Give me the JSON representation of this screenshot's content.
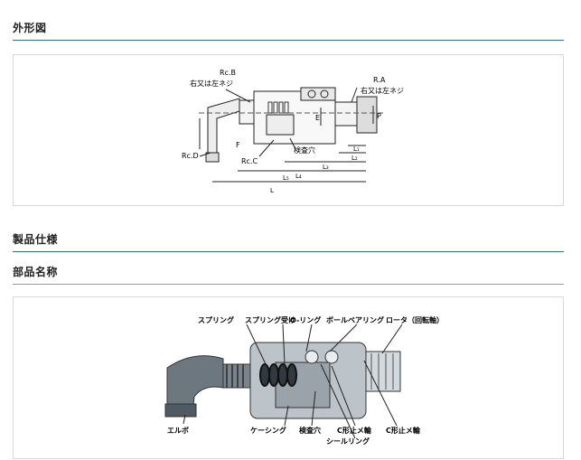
{
  "sections": {
    "outline": "外形図",
    "specs": "製品仕様",
    "parts": "部品名称"
  },
  "outline_labels": {
    "rcb": "Rc.B",
    "rcb_thread": "右又は左ネジ",
    "ra": "R.A",
    "ra_thread": "右又は左ネジ",
    "rcd": "Rc.D",
    "rcc": "Rc.C",
    "inspection_hole": "検査穴",
    "f": "F",
    "e": "E",
    "p": "P",
    "l1": "L₁",
    "l2": "L₂",
    "l3": "L₃",
    "l4": "L₄",
    "l5": "L₅",
    "l": "L"
  },
  "parts_labels": {
    "spring": "スプリング",
    "spring_seat": "スプリング受け",
    "o_ring": "O-リング",
    "ball_bearing": "ボールベアリング",
    "rotor": "ロータ（回転軸）",
    "elbow": "エルボ",
    "casing": "ケーシング",
    "inspection_hole": "検査穴",
    "c_ring_1": "C形止メ輪",
    "c_ring_2": "C形止メ輪",
    "seal_ring": "シールリング"
  }
}
